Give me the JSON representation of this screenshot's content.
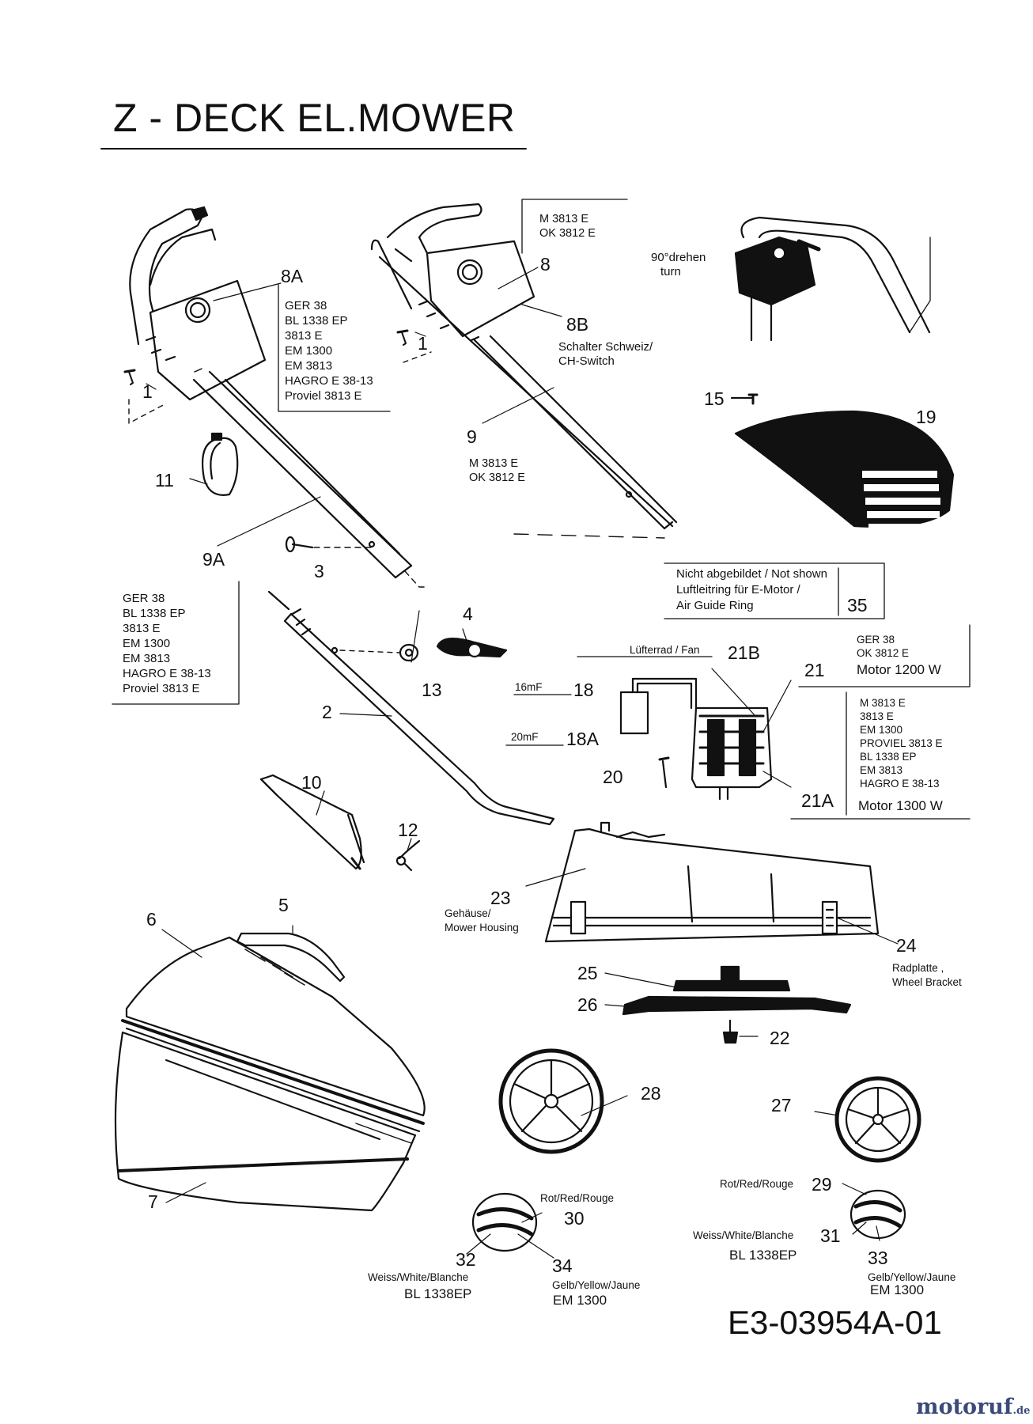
{
  "title": "Z - DECK EL.MOWER",
  "document_code": "E3-03954A-01",
  "watermark": {
    "name": "motoruf",
    "suffix": ".de"
  },
  "part_numbers": [
    "1",
    "1",
    "2",
    "3",
    "4",
    "5",
    "6",
    "7",
    "8",
    "8A",
    "8B",
    "9",
    "9A",
    "10",
    "11",
    "12",
    "13",
    "15",
    "18",
    "18A",
    "19",
    "20",
    "21",
    "21A",
    "21B",
    "22",
    "23",
    "24",
    "25",
    "26",
    "27",
    "28",
    "29",
    "30",
    "31",
    "32",
    "33",
    "34",
    "35"
  ],
  "model_lists": {
    "handle_8a": [
      "GER 38",
      "BL 1338 EP",
      "3813 E",
      "EM 1300",
      "EM 3813",
      "HAGRO E 38-13",
      "Proviel 3813 E"
    ],
    "handle_9a": [
      "GER 38",
      "BL 1338 EP",
      "3813 E",
      "EM 1300",
      "EM 3813",
      "HAGRO E 38-13",
      "Proviel 3813 E"
    ],
    "handle_8_top": [
      "M 3813 E",
      "OK 3812 E"
    ],
    "handle_9": [
      "M 3813 E",
      "OK 3812 E"
    ],
    "motor_1200": [
      "GER 38",
      "OK 3812 E"
    ],
    "motor_1300": [
      "M 3813 E",
      "3813 E",
      "EM 1300",
      "PROVIEL 3813 E",
      "BL 1338 EP",
      "EM 3813",
      "HAGRO E 38-13"
    ]
  },
  "labels": {
    "switch": [
      "Schalter Schweiz/",
      "CH-Switch"
    ],
    "turn": [
      "90°drehen",
      "turn"
    ],
    "not_shown": [
      "Nicht abgebildet / Not shown",
      "Luftleitring für E-Motor /",
      "Air Guide Ring"
    ],
    "fan": "Lüfterrad / Fan",
    "cap_16": "16mF",
    "cap_20": "20mF",
    "motor_1200w": "Motor 1200 W",
    "motor_1300w": "Motor 1300 W",
    "housing": [
      "Gehäuse/",
      "Mower Housing"
    ],
    "wheel_bracket": [
      "Radplatte ,",
      "Wheel Bracket"
    ],
    "red_left": "Rot/Red/Rouge",
    "red_right": "Rot/Red/Rouge",
    "white_left": "Weiss/White/Blanche",
    "white_right": "Weiss/White/Blanche",
    "yellow_left": "Gelb/Yellow/Jaune",
    "yellow_right": "Gelb/Yellow/Jaune",
    "bl_left": "BL 1338EP",
    "bl_right": "BL 1338EP",
    "em_left": "EM 1300",
    "em_right": "EM 1300"
  }
}
